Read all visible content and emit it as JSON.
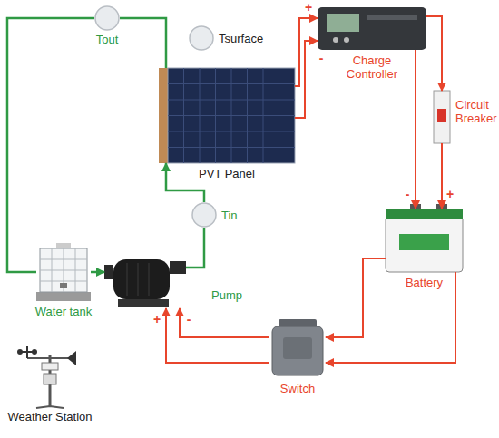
{
  "diagram": {
    "nodes": [
      {
        "text": [
          "Tout"
        ]
      },
      {
        "text": [
          "Tsurface"
        ]
      },
      {
        "text": [
          "Charge Controller"
        ]
      },
      {
        "text": [
          "PVT Panel"
        ]
      },
      {
        "text": [
          "Circuit Breaker"
        ]
      },
      {
        "text": [
          "Tin"
        ]
      },
      {
        "text": [
          "Battery"
        ]
      },
      {
        "text": [
          "Water tank"
        ]
      },
      {
        "text": [
          "Pump"
        ]
      },
      {
        "text": [
          "Switch"
        ]
      },
      {
        "text": [
          "Weather Station"
        ]
      }
    ],
    "edges": [
      {
        "from": 3,
        "to": 0,
        "arrow": "none"
      },
      {
        "from": 0,
        "to": 7,
        "arrow": "none"
      },
      {
        "from": 7,
        "to": 8,
        "arrow": "to"
      },
      {
        "from": 8,
        "to": 5,
        "arrow": "none"
      },
      {
        "from": 5,
        "to": 3,
        "arrow": "to"
      },
      {
        "from": 3,
        "to": 2,
        "label": "+",
        "arrow": "to"
      },
      {
        "from": 3,
        "to": 2,
        "label": "-",
        "arrow": "to"
      },
      {
        "from": 2,
        "to": 4,
        "arrow": "to"
      },
      {
        "from": 4,
        "to": 6,
        "label": "+",
        "arrow": "to"
      },
      {
        "from": 2,
        "to": 6,
        "label": "-",
        "arrow": "to"
      },
      {
        "from": 6,
        "to": 9,
        "arrow": "to"
      },
      {
        "from": 6,
        "to": 9,
        "arrow": "to"
      },
      {
        "from": 9,
        "to": 8,
        "label": "+",
        "arrow": "to"
      },
      {
        "from": 9,
        "to": 8,
        "label": "-",
        "arrow": "to"
      }
    ]
  }
}
